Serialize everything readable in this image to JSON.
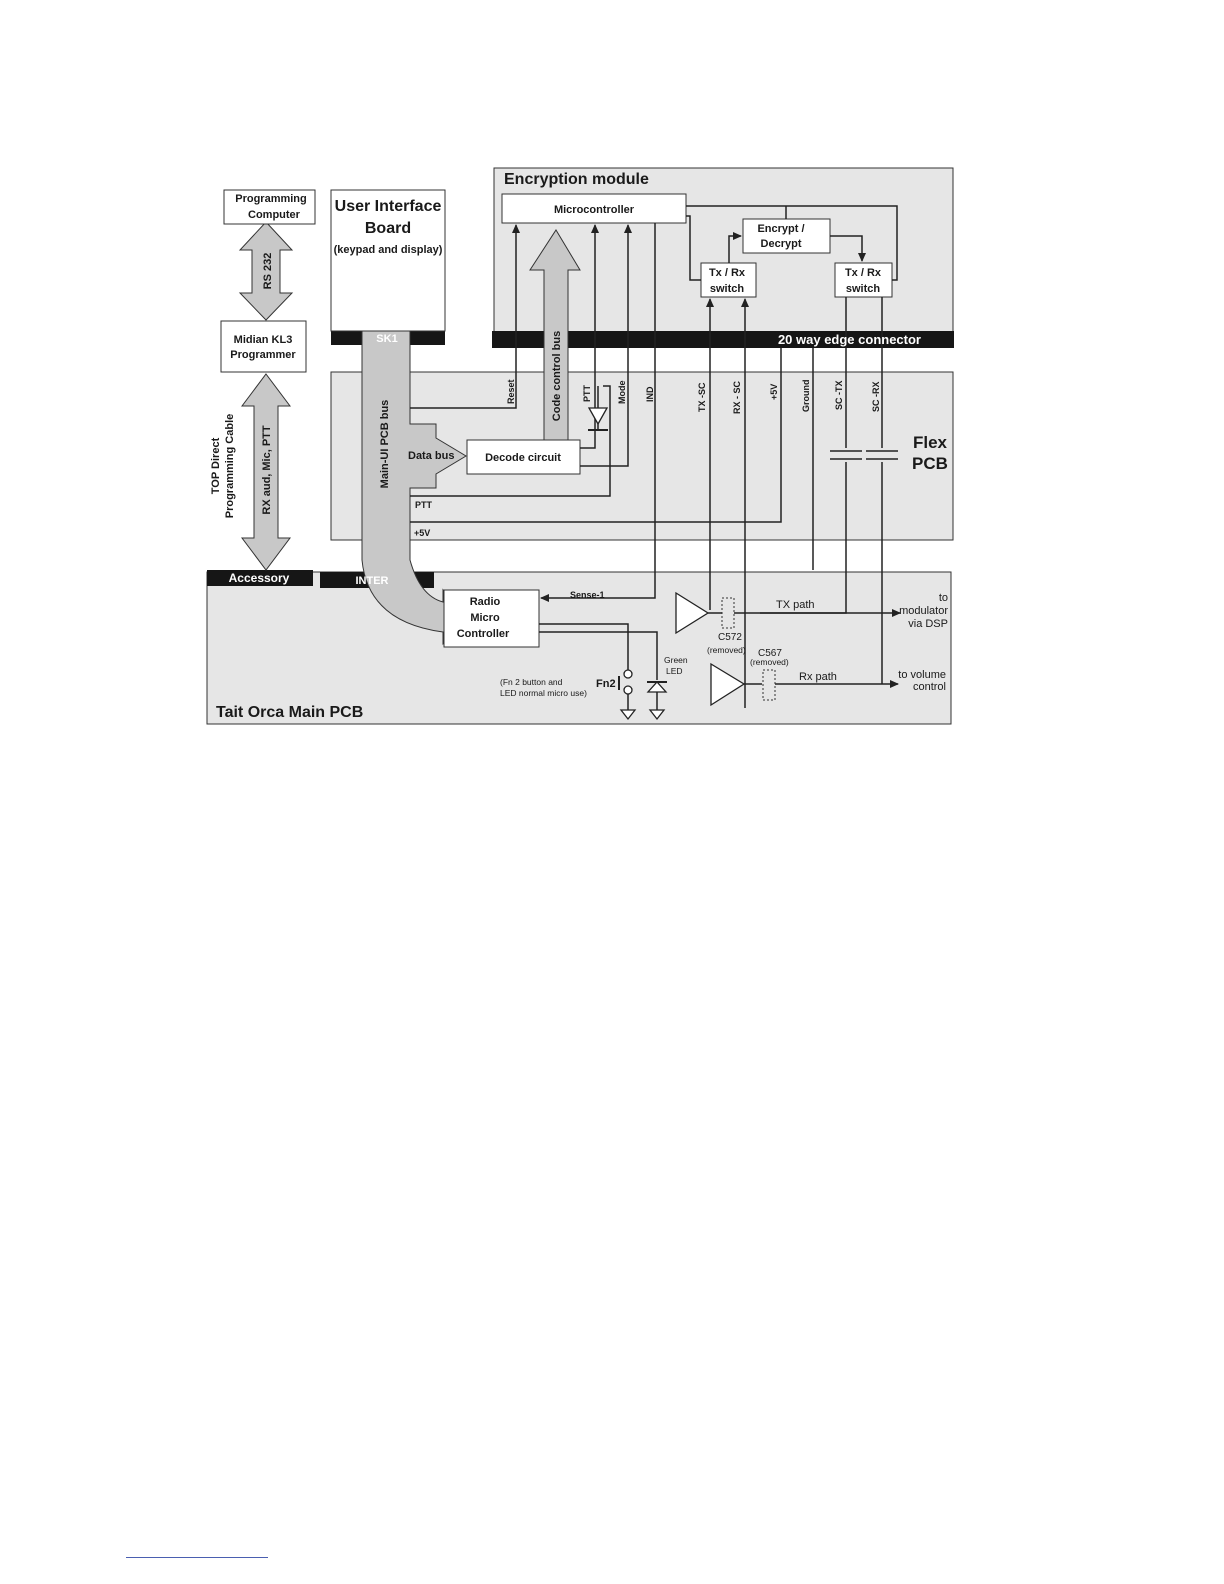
{
  "colors": {
    "panel_fill": "#e6e6e6",
    "bus_arrow_fill": "#c8c8c8",
    "bar_fill": "#161616",
    "line": "#222222",
    "footnote_rule": "#4a5fb0"
  },
  "labels": {
    "encryption_module": "Encryption module",
    "microcontroller": "Microcontroller",
    "encrypt_decrypt_1": "Encrypt /",
    "encrypt_decrypt_2": "Decrypt",
    "txrx_1": "Tx / Rx",
    "txrx_2": "switch",
    "edge_connector": "20 way edge connector",
    "programming_computer_1": "Programming",
    "programming_computer_2": "Computer",
    "rs232": "RS 232",
    "midian_1": "Midian KL3",
    "midian_2": "Programmer",
    "ui_board_1": "User Interface",
    "ui_board_2": "Board",
    "ui_board_3": "(keypad and display)",
    "sk1": "SK1",
    "main_ui_bus": "Main-UI PCB bus",
    "code_control_bus": "Code control bus",
    "data_bus": "Data bus",
    "decode_circuit": "Decode circuit",
    "flex_1": "Flex",
    "flex_2": "PCB",
    "sig_reset": "Reset",
    "sig_ptt": "PTT",
    "sig_mode": "Mode",
    "sig_ind": "IND",
    "sig_txsc": "TX -SC",
    "sig_rxsc": "RX - SC",
    "sig_5v": "+5V",
    "sig_ground": "Ground",
    "sig_sctx": "SC -TX",
    "sig_scrx": "SC -RX",
    "ptt_line": "PTT",
    "plus5v_line": "+5V",
    "top_direct_1": "TOP Direct",
    "top_direct_2": "Programming Cable",
    "rx_aud": "RX aud, Mic, PTT",
    "accessory": "Accessory",
    "inter": "INTER",
    "radio_1": "Radio",
    "radio_2": "Micro",
    "radio_3": "Controller",
    "sense1": "Sense-1",
    "fn2": "Fn2",
    "fn2_note_1": "(Fn 2 button and",
    "fn2_note_2": "LED normal micro use)",
    "green_led_1": "Green",
    "green_led_2": "LED",
    "c572": "C572",
    "c572_removed": "(removed)",
    "c567": "C567",
    "c567_removed": "(removed)",
    "tx_path": "TX path",
    "rx_path": "Rx path",
    "to_mod_1": "to",
    "to_mod_2": "modulator",
    "to_mod_3": "via DSP",
    "to_vol_1": "to volume",
    "to_vol_2": "control",
    "main_pcb": "Tait Orca Main PCB"
  }
}
